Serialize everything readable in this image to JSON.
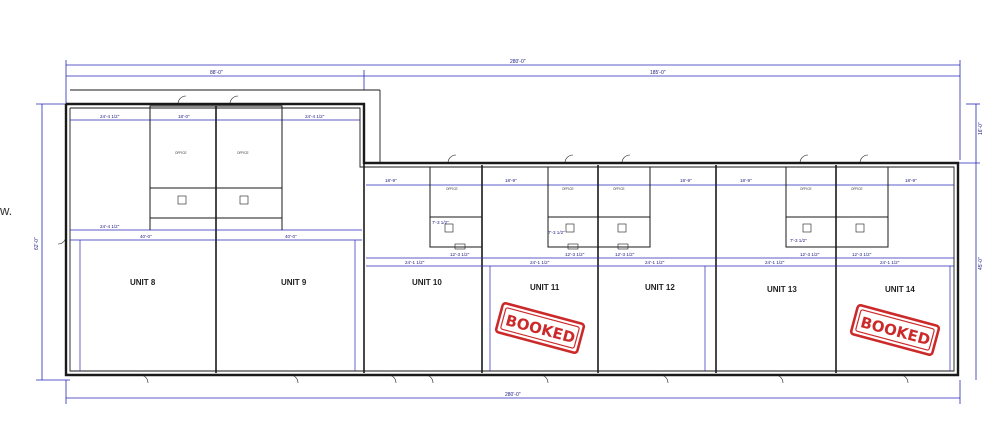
{
  "side_text": "w.",
  "overall": {
    "top_total": "280'-0\"",
    "left_wing": "88'-0\"",
    "right_wing": "185'-0\"",
    "bottom_total": "280'-0\"",
    "left_height": "62'-0\"",
    "right_height": "45'-0\"",
    "right_top": "16'-0\""
  },
  "units": [
    {
      "label": "UNIT 8"
    },
    {
      "label": "UNIT 9"
    },
    {
      "label": "UNIT 10"
    },
    {
      "label": "UNIT 11",
      "stamp": "BOOKED"
    },
    {
      "label": "UNIT 12"
    },
    {
      "label": "UNIT 13"
    },
    {
      "label": "UNIT 14",
      "stamp": "BOOKED"
    }
  ],
  "room_dims": [
    "24'-4 1/2\"",
    "18'-0\"",
    "24'-4 1/2\"",
    "18'-9\"",
    "24'-1 1/2\"",
    "12'-3 1/2\"",
    "40'-0\"",
    "7'-3 1/2\""
  ],
  "office_label": "OFFICE",
  "colors": {
    "wall": "#1a1a1a",
    "dim": "#2626b8",
    "stamp": "#cc2a2a"
  }
}
